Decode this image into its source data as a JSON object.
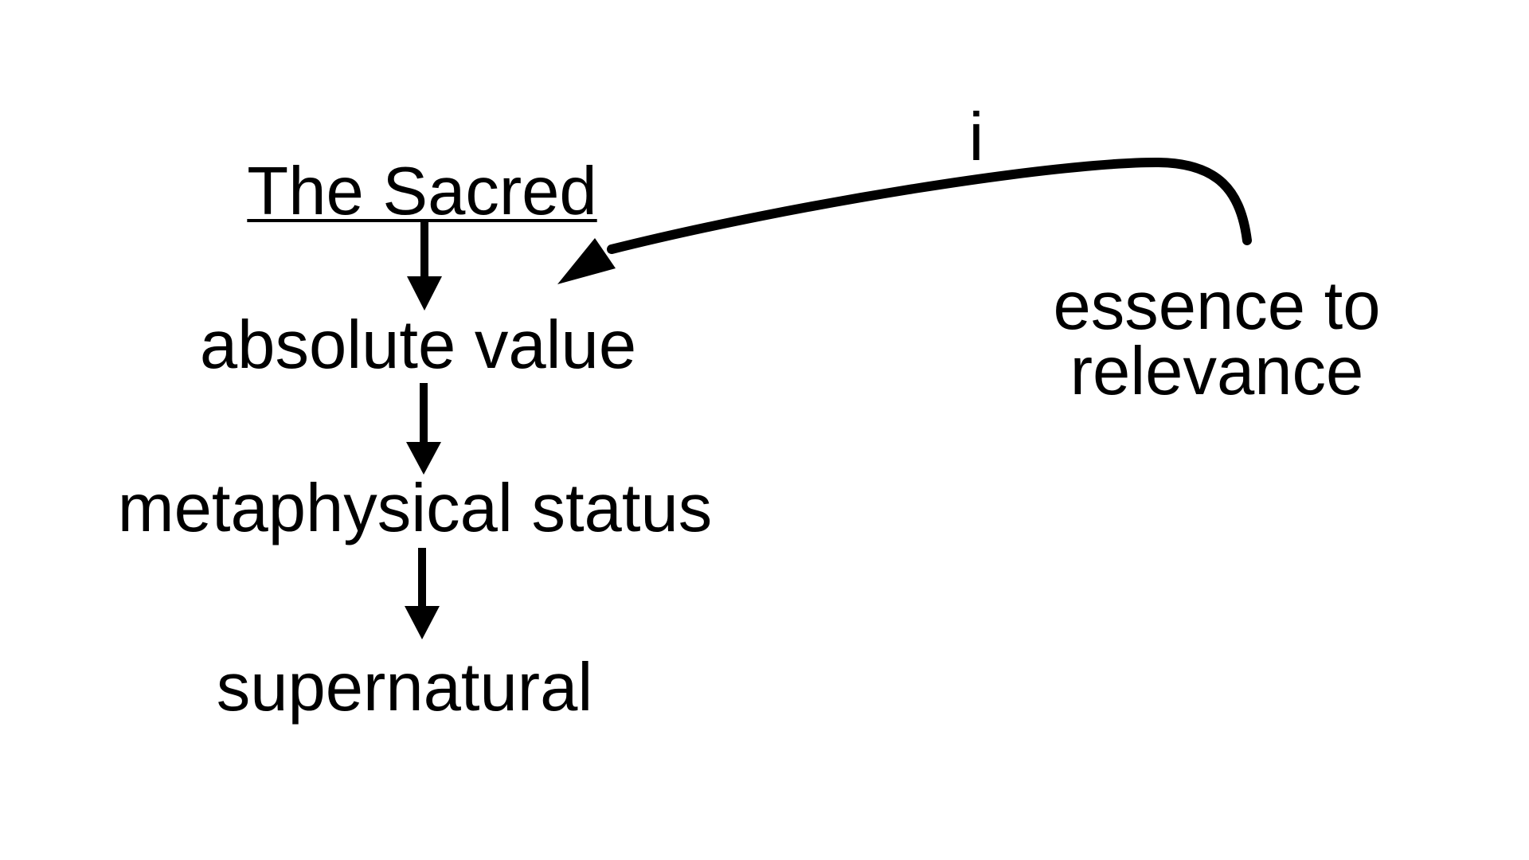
{
  "colors": {
    "background": "#ffffff",
    "ink": "#000000"
  },
  "diagram": {
    "nodes": {
      "sacred": {
        "label": "The Sacred",
        "underlined": true
      },
      "absolute_value": {
        "label": "absolute value"
      },
      "metaphysical_status": {
        "label": "metaphysical status"
      },
      "supernatural": {
        "label": "supernatural"
      }
    },
    "annotations": {
      "i_label": {
        "label": "i"
      },
      "essence": {
        "line1": "essence to",
        "line2": "relevance"
      }
    },
    "edges": [
      {
        "from": "The Sacred",
        "to": "absolute value",
        "style": "straight-down-arrow"
      },
      {
        "from": "absolute value",
        "to": "metaphysical status",
        "style": "straight-down-arrow"
      },
      {
        "from": "metaphysical status",
        "to": "supernatural",
        "style": "straight-down-arrow"
      },
      {
        "from": "essence to relevance",
        "to": "The Sacred",
        "style": "curved-arrow",
        "label": "i"
      }
    ]
  }
}
